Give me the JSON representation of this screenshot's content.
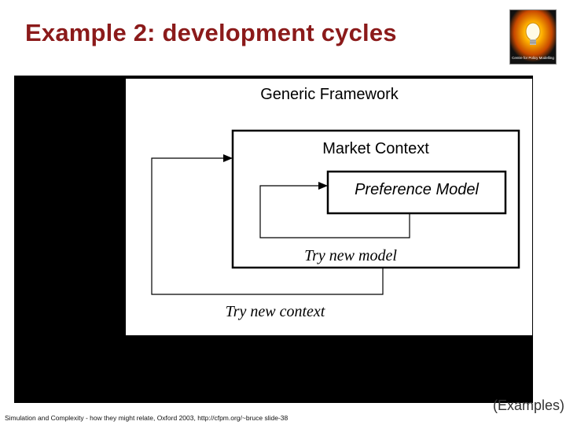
{
  "slide": {
    "title": "Example 2: development cycles",
    "footer": "Simulation and Complexity - how they might relate, Oxford 2003, http://cfpm.org/~bruce slide-38",
    "section_tag": "(Examples)"
  },
  "logo": {
    "name": "cfpm-lightbulb-logo",
    "caption": "Centre for Policy Modelling"
  },
  "diagram": {
    "heading": "Generic Framework",
    "outer_box_label": "Market Context",
    "inner_box_label": "Preference Model",
    "inner_loop_label": "Try new model",
    "outer_loop_label": "Try new context"
  },
  "colors": {
    "title": "#8b1a1a",
    "panel": "#000000",
    "canvas": "#ffffff",
    "stroke": "#000000"
  }
}
